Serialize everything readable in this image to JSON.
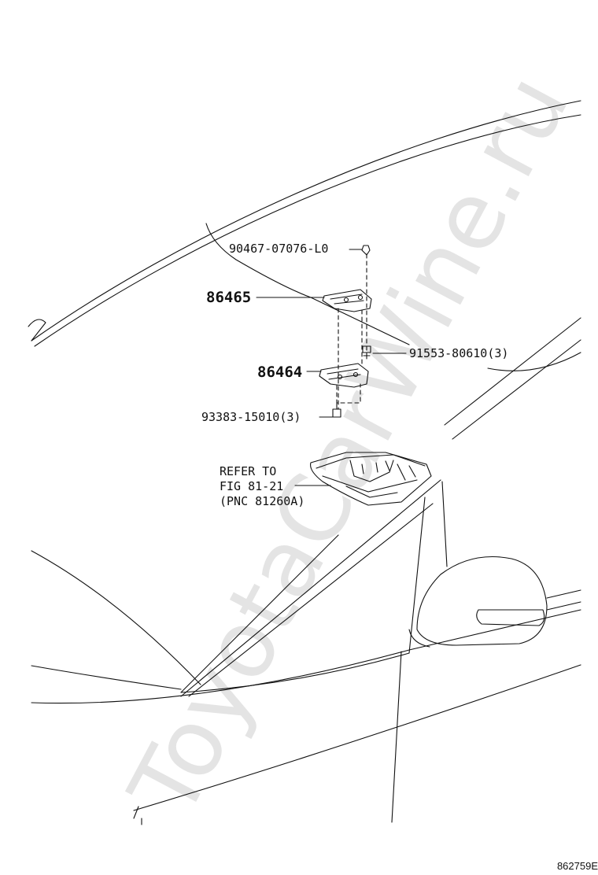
{
  "labels": {
    "part_90467": "90467-07076-L0",
    "part_86465": "86465",
    "part_91553": "91553-80610(3)",
    "part_86464": "86464",
    "part_93383": "93383-15010(3)",
    "refer_line1": "REFER TO",
    "refer_line2": "FIG 81-21",
    "refer_line3": "(PNC 81260A)"
  },
  "watermark": "ToyotaCarWine.ru",
  "figure_code": "862759E"
}
